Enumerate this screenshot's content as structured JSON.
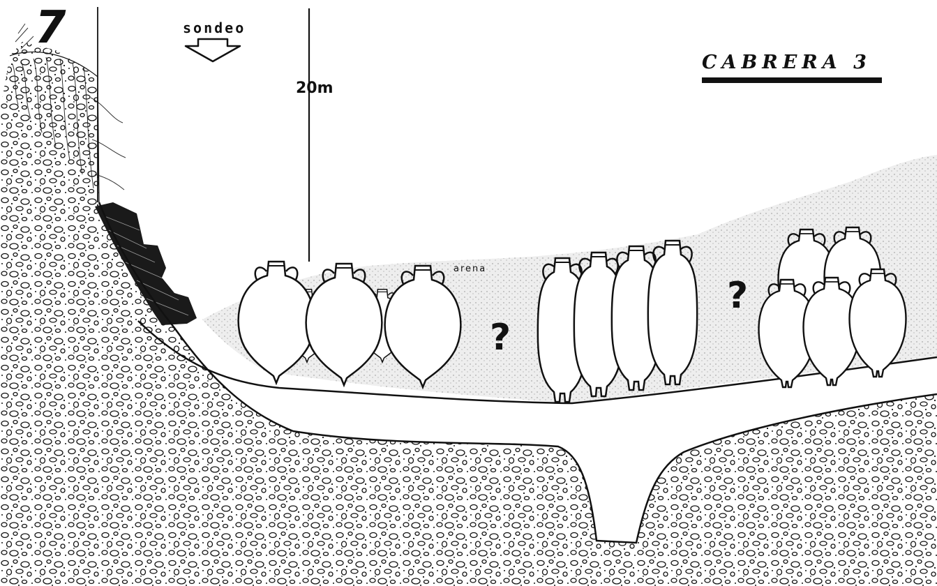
{
  "figure": {
    "number": "7",
    "title": "CABRERA 3",
    "probe_label": "sondeo",
    "scale_label": "20m",
    "sediment_label": "arena",
    "unknown_markers": [
      "?",
      "?"
    ]
  },
  "colors": {
    "ink": "#111111",
    "paper": "#ffffff",
    "sand_tint": "#e6e6e6"
  }
}
